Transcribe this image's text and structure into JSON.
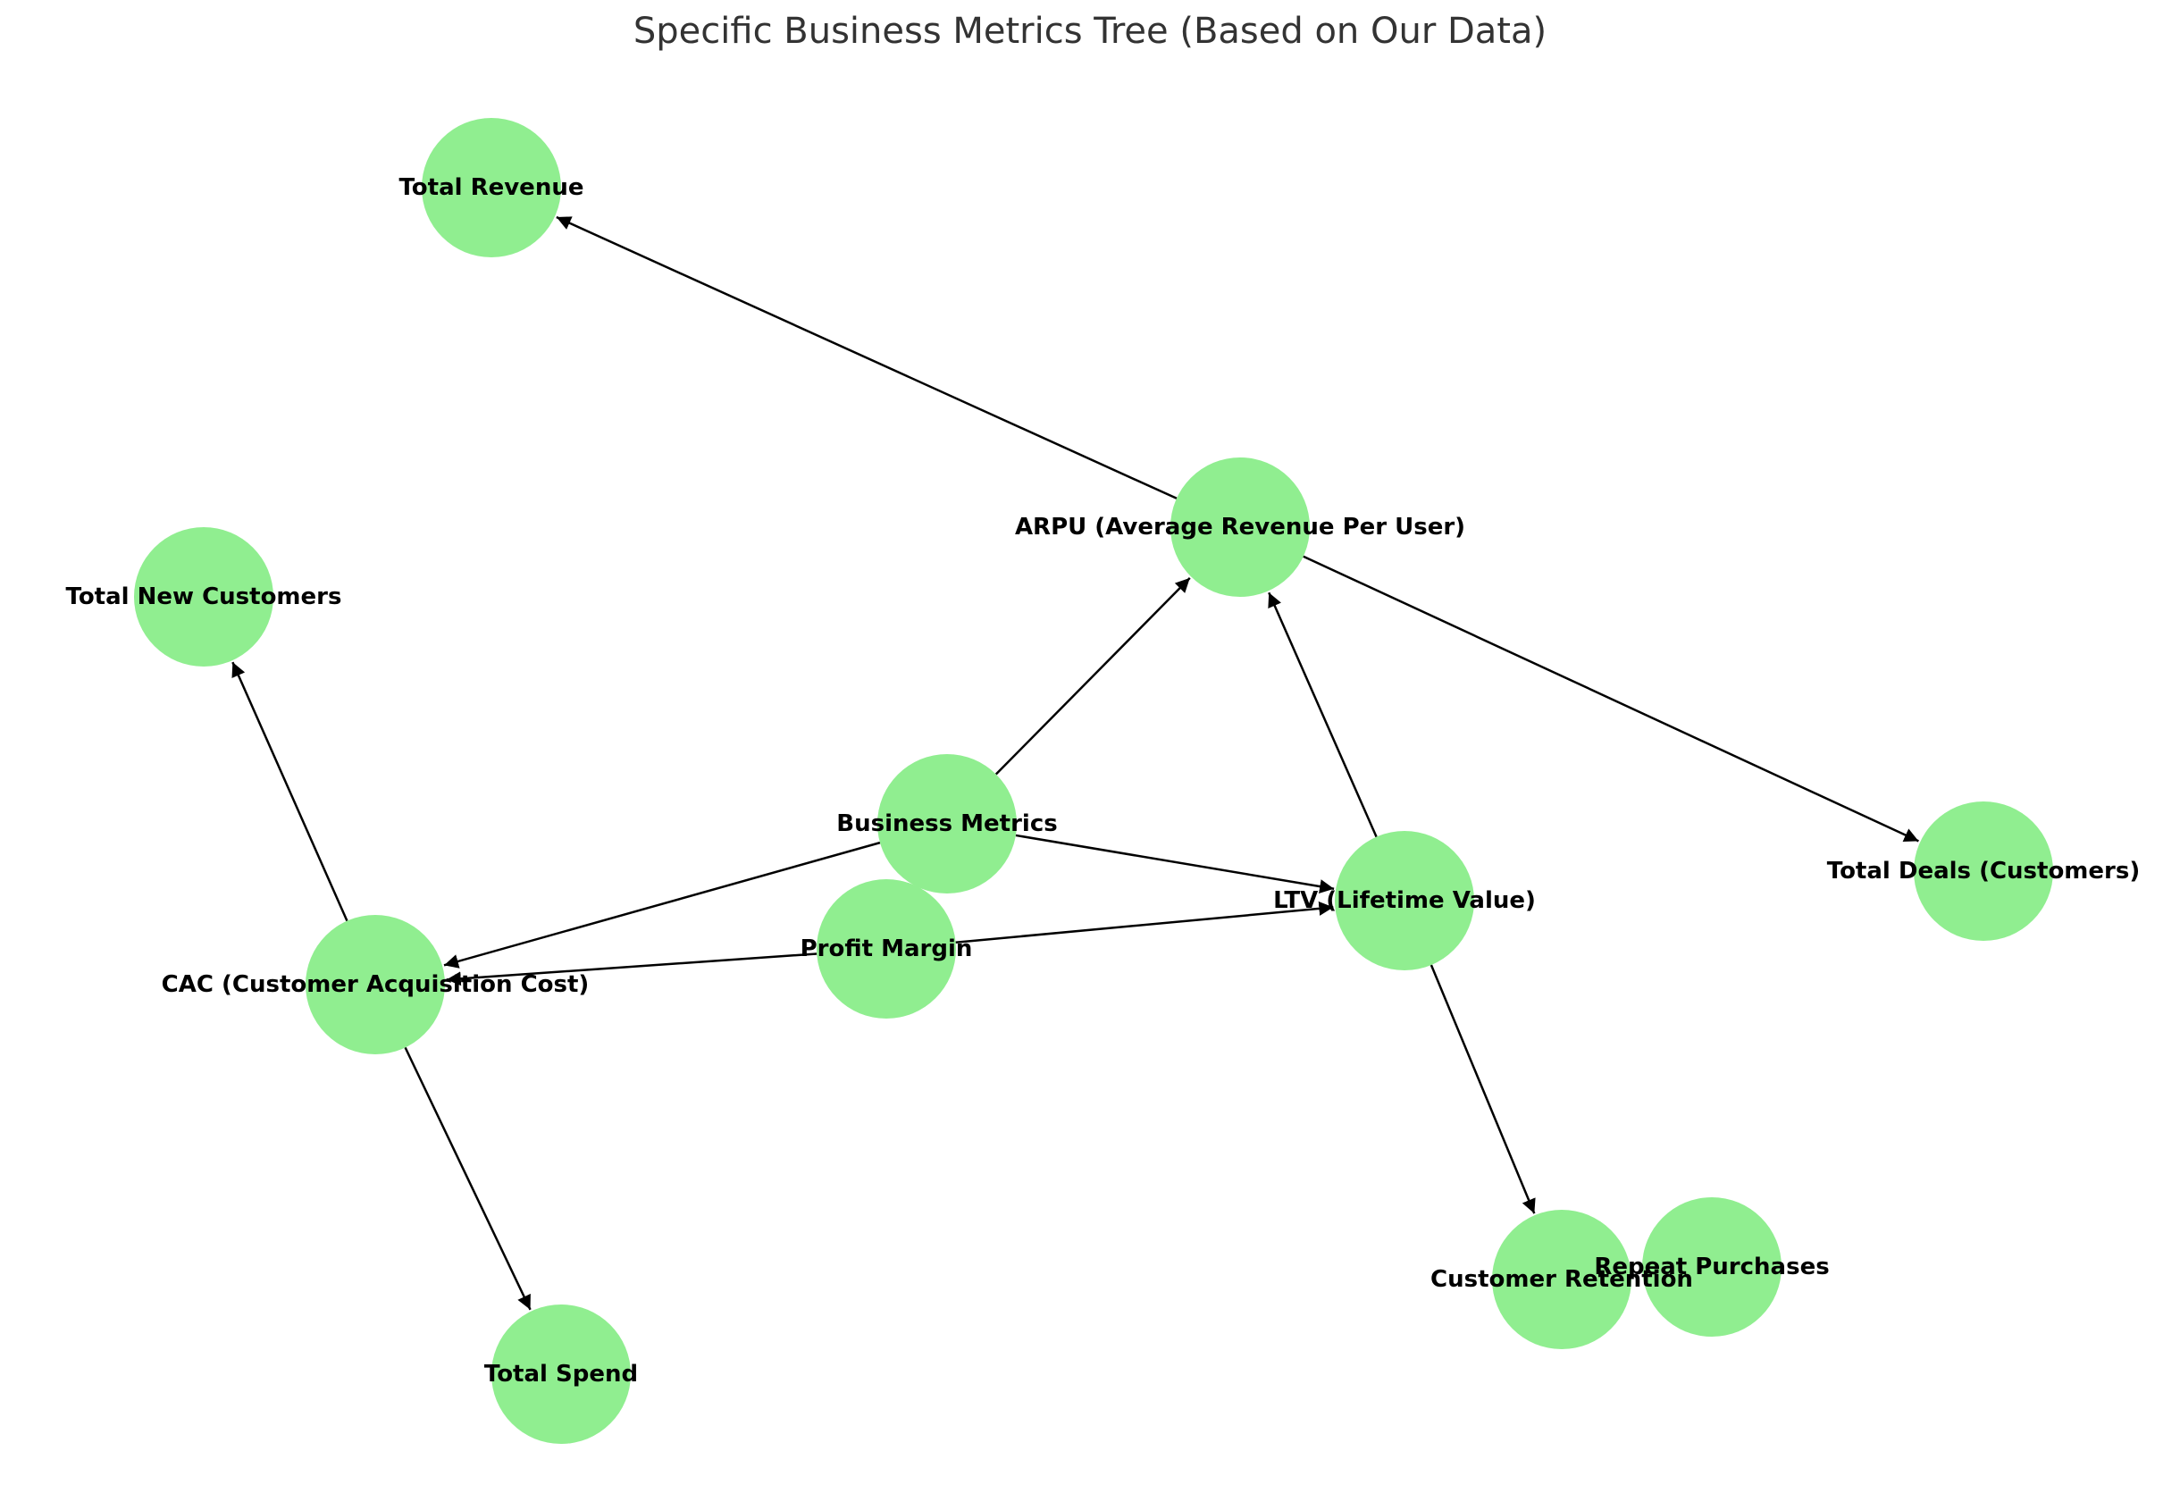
{
  "title": "Specific Business Metrics Tree (Based on Our Data)",
  "colors": {
    "node_fill": "#90ee90",
    "edge": "#000000",
    "label": "#000000",
    "title": "#333333"
  },
  "nodes": [
    {
      "id": "business-metrics",
      "label": "Business Metrics"
    },
    {
      "id": "arpu",
      "label": "ARPU (Average Revenue Per User)"
    },
    {
      "id": "ltv",
      "label": "LTV (Lifetime Value)"
    },
    {
      "id": "cac",
      "label": "CAC (Customer Acquisition Cost)"
    },
    {
      "id": "profit-margin",
      "label": "Profit Margin"
    },
    {
      "id": "total-revenue",
      "label": "Total Revenue"
    },
    {
      "id": "total-deals",
      "label": "Total Deals (Customers)"
    },
    {
      "id": "total-new-customers",
      "label": "Total New Customers"
    },
    {
      "id": "total-spend",
      "label": "Total Spend"
    },
    {
      "id": "customer-retention",
      "label": "Customer Retention"
    },
    {
      "id": "repeat-purchases",
      "label": "Repeat Purchases"
    }
  ],
  "edges": [
    {
      "from": "business-metrics",
      "to": "arpu"
    },
    {
      "from": "business-metrics",
      "to": "ltv"
    },
    {
      "from": "business-metrics",
      "to": "cac"
    },
    {
      "from": "arpu",
      "to": "total-revenue"
    },
    {
      "from": "arpu",
      "to": "total-deals"
    },
    {
      "from": "ltv",
      "to": "arpu"
    },
    {
      "from": "ltv",
      "to": "customer-retention"
    },
    {
      "from": "cac",
      "to": "total-new-customers"
    },
    {
      "from": "cac",
      "to": "total-spend"
    },
    {
      "from": "profit-margin",
      "to": "ltv"
    },
    {
      "from": "profit-margin",
      "to": "cac"
    }
  ]
}
